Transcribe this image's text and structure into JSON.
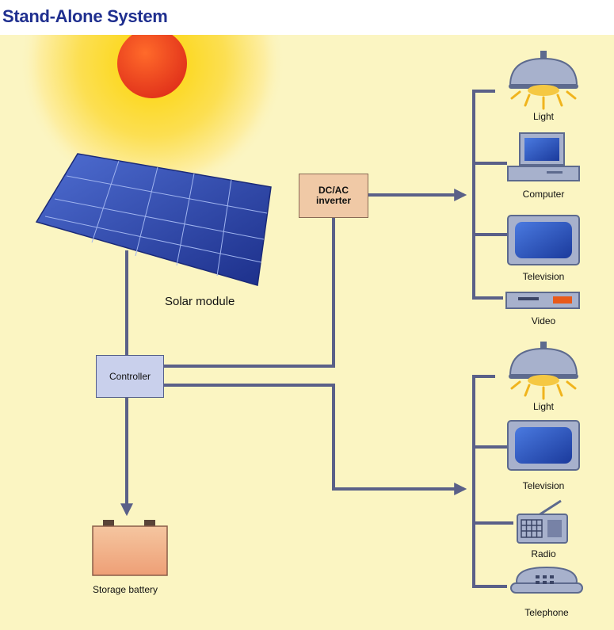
{
  "title": "Stand-Alone System",
  "labels": {
    "solar_module": "Solar module",
    "controller": "Controller",
    "inverter_line1": "DC/AC",
    "inverter_line2": "inverter",
    "storage_battery": "Storage battery"
  },
  "ac_loads": [
    "Light",
    "Computer",
    "Television",
    "Video"
  ],
  "dc_loads": [
    "Light",
    "Television",
    "Radio",
    "Telephone"
  ],
  "colors": {
    "title": "#1f2f8f",
    "background": "#fbf5c2",
    "wire": "#5a6088",
    "sun": "#e8381a",
    "panel": "#2c4bb0",
    "controller": "#c9d0ec",
    "inverter": "#f0c9a6",
    "battery": "#f2b98e"
  }
}
